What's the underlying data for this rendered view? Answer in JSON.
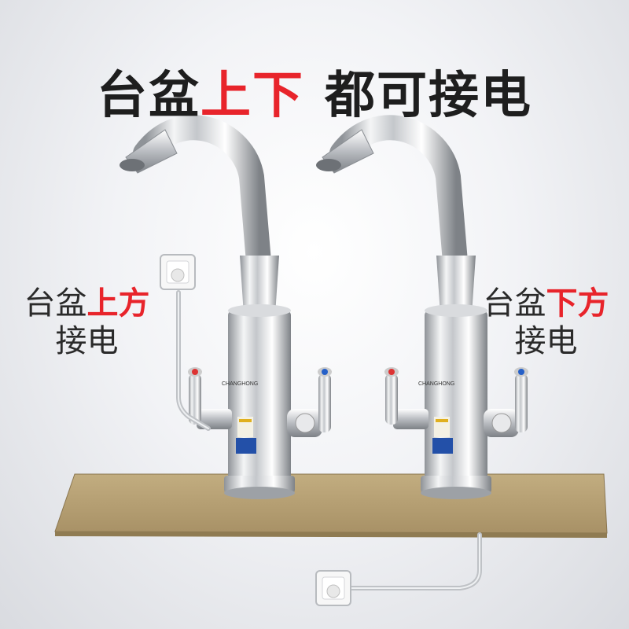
{
  "headline": {
    "part1": "台盆",
    "part2": "上下",
    "part3": "都可接电"
  },
  "left_label": {
    "line1_a": "台盆",
    "line1_b": "上方",
    "line2": "接电"
  },
  "right_label": {
    "line1_a": "台盆",
    "line1_b": "下方",
    "line2": "接电"
  },
  "faucet_brand": "CHANGHONG",
  "colors": {
    "accent_red": "#e8242b",
    "text_dark": "#1e1e1e",
    "counter": "#b49f72",
    "hot": "#d33",
    "cold": "#2560c8"
  },
  "icons": [
    "faucet-left-icon",
    "faucet-right-icon",
    "wall-socket-icon"
  ]
}
